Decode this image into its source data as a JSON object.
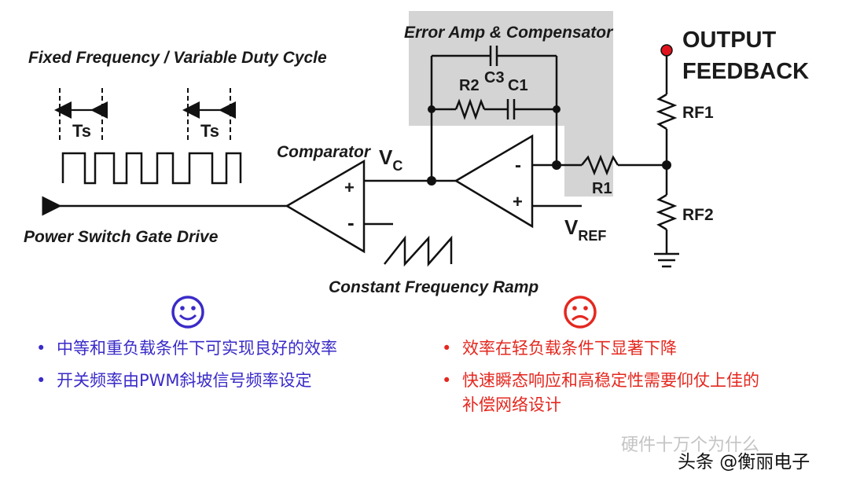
{
  "diagram": {
    "title_mode": "Fixed Frequency / Variable Duty Cycle",
    "ts_label": "Ts",
    "gate_drive_label": "Power Switch Gate Drive",
    "comparator_label": "Comparator",
    "vc_main": "V",
    "vc_sub": "C",
    "error_amp_label": "Error Amp & Compensator",
    "c3_label": "C3",
    "r2_label": "R2",
    "c1_label": "C1",
    "r1_label": "R1",
    "vref_main": "V",
    "vref_sub": "REF",
    "output_feedback_line1": "OUTPUT",
    "output_feedback_line2": "FEEDBACK",
    "rf1_label": "RF1",
    "rf2_label": "RF2",
    "ramp_label": "Constant Frequency Ramp",
    "plus": "+",
    "minus": "-"
  },
  "pros": {
    "face_icon": "smiley-face-icon",
    "color": "#3a2bc8",
    "items": [
      "中等和重负载条件下可实现良好的效率",
      "开关频率由PWM斜坡信号频率设定"
    ]
  },
  "cons": {
    "face_icon": "frown-face-icon",
    "color": "#e4281f",
    "items": [
      "效率在轻负载条件下显著下降",
      "快速瞬态响应和高稳定性需要仰仗上佳的补偿网络设计"
    ]
  },
  "watermark": {
    "text1": "硬件十万个为什么",
    "text2": "头条 @衡丽电子"
  },
  "colors": {
    "highlight_box": "#d4d4d4",
    "output_dot": "#e0141e"
  }
}
